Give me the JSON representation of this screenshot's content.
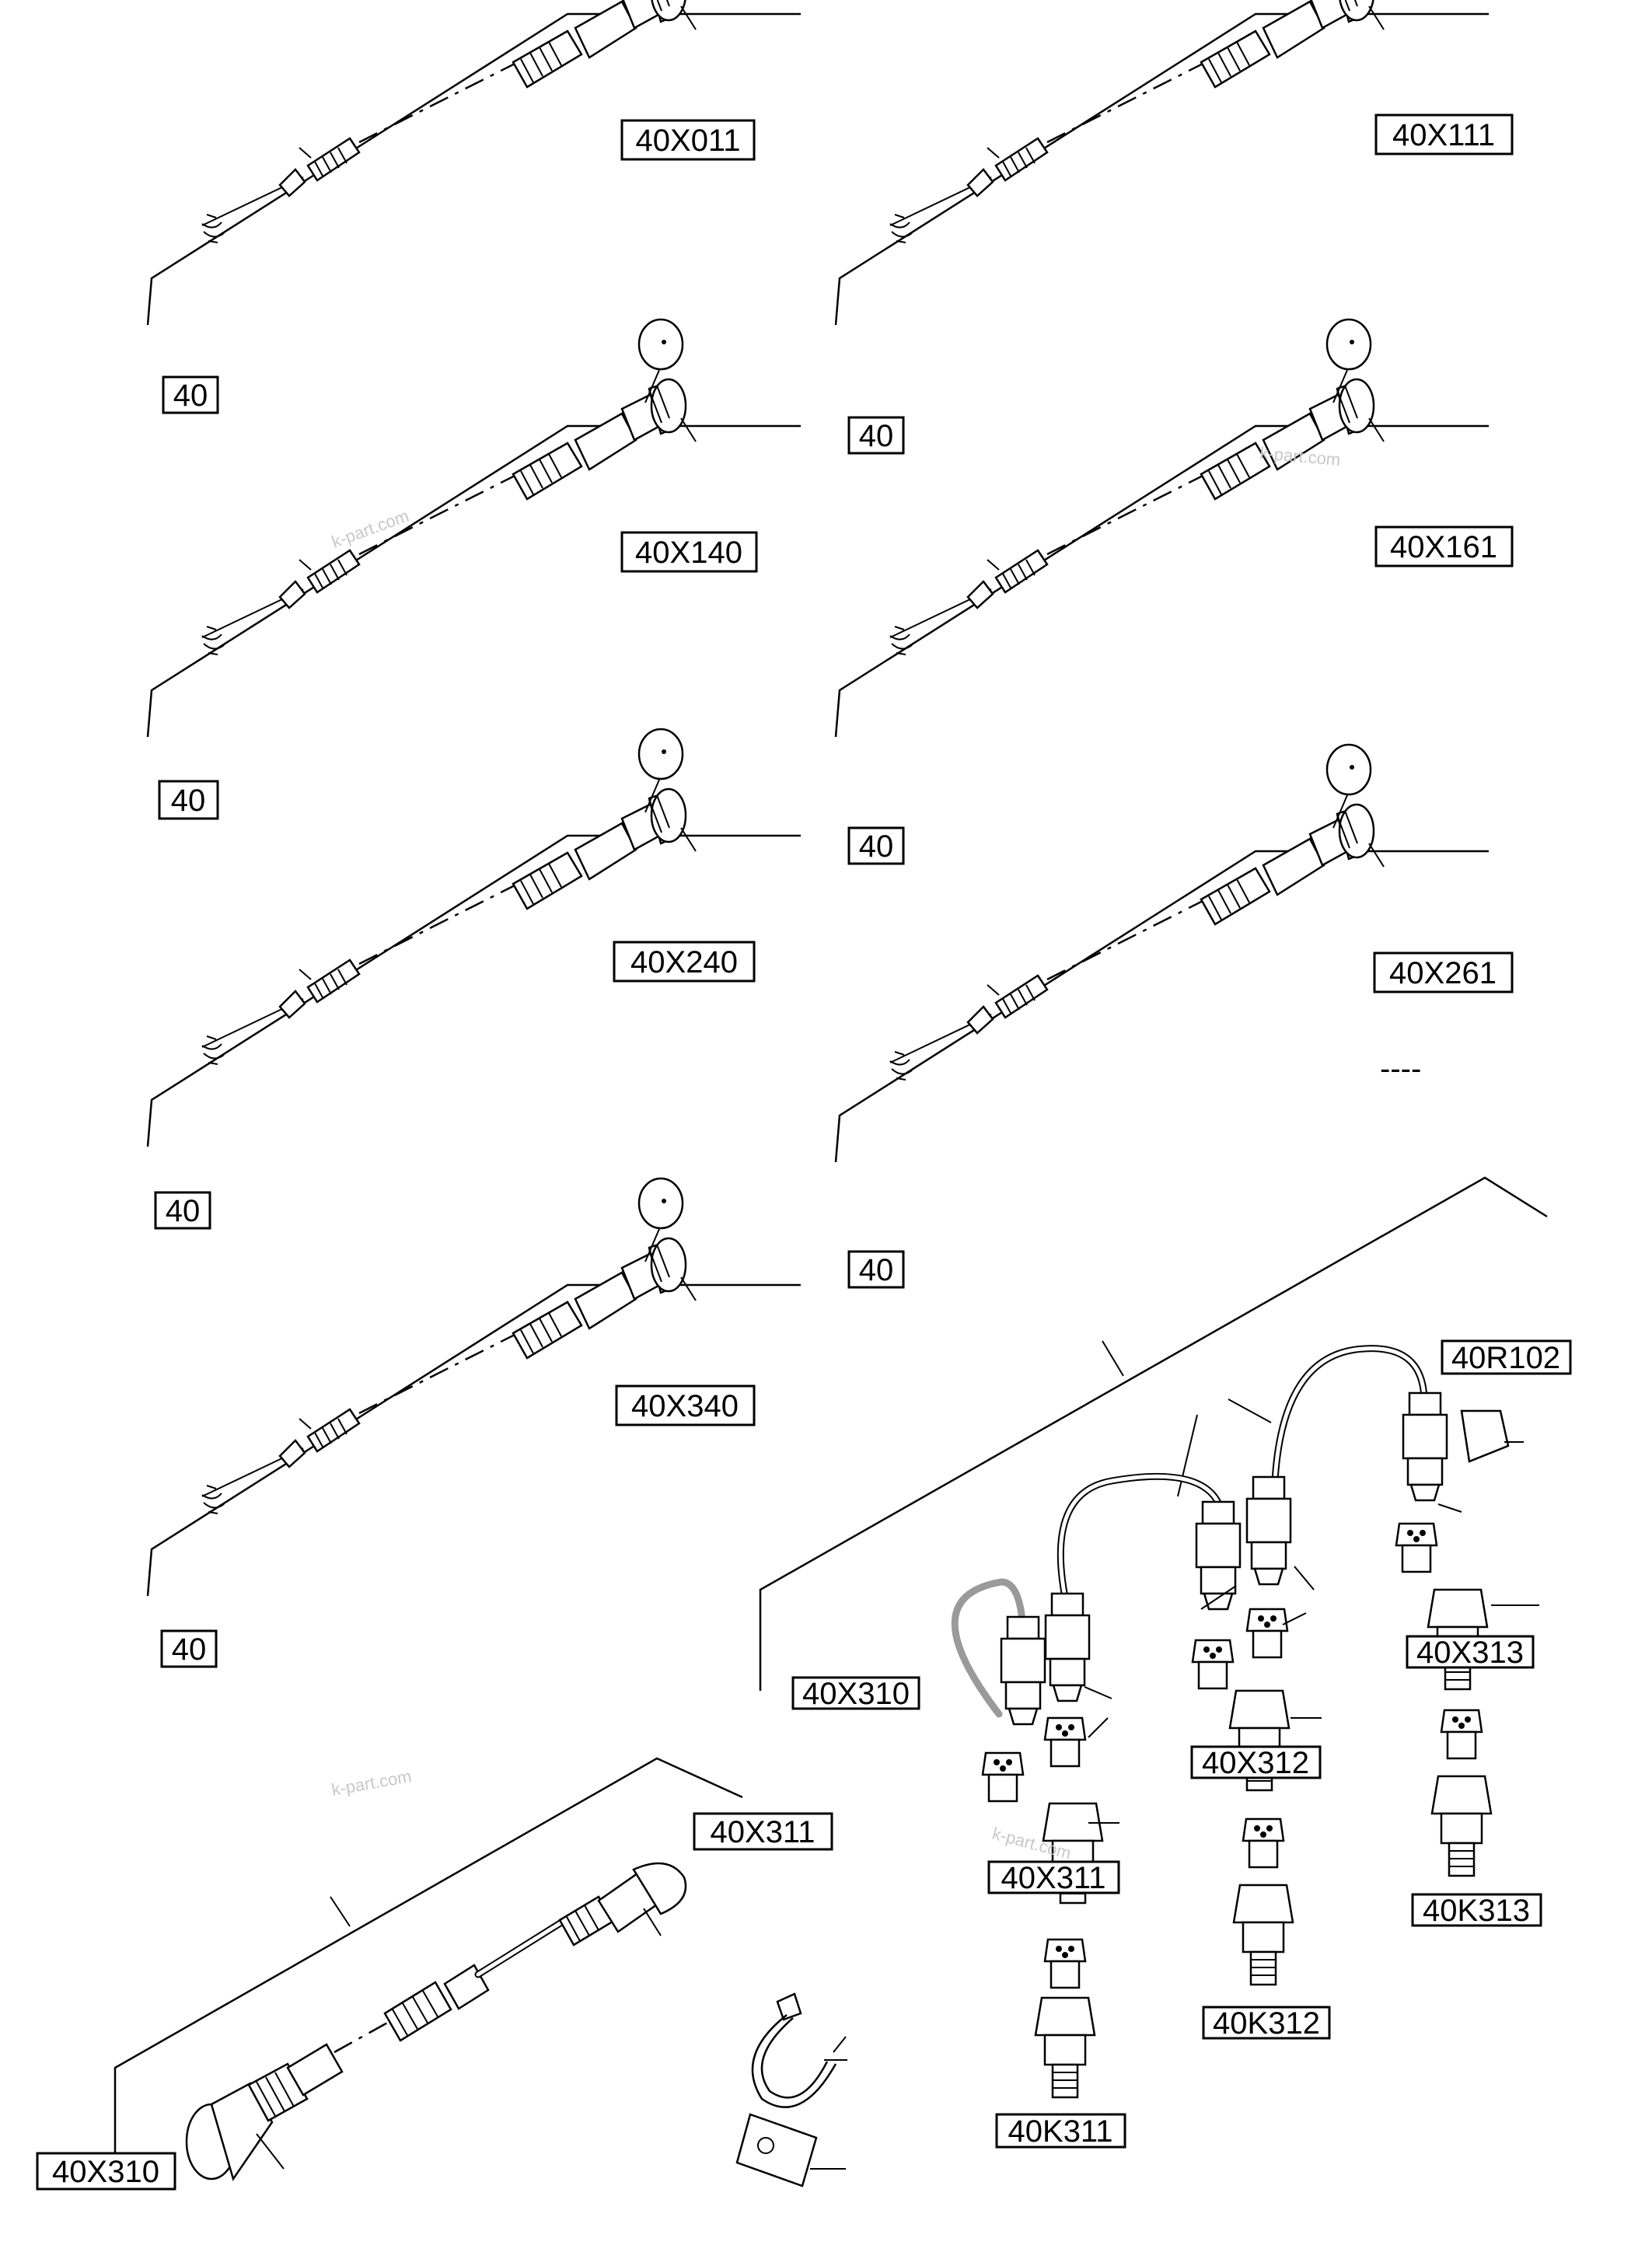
{
  "labels": {
    "x011": "40X011",
    "x111": "40X111",
    "x140": "40X140",
    "x161": "40X161",
    "x240": "40X240",
    "x261": "40X261",
    "x340": "40X340",
    "x311_top": "40X311",
    "x310_bottom": "40X310",
    "r102": "40R102",
    "x310_harness": "40X310",
    "x313": "40X313",
    "x312": "40X312",
    "x311_harness": "40X311",
    "k313": "40K313",
    "k312": "40K312",
    "k311": "40K311",
    "cable_40": "40",
    "dashes": "----"
  },
  "watermark": "k-part.com",
  "colors": {
    "line": "#000000",
    "background": "#ffffff",
    "watermark": "#c8c8c8"
  }
}
